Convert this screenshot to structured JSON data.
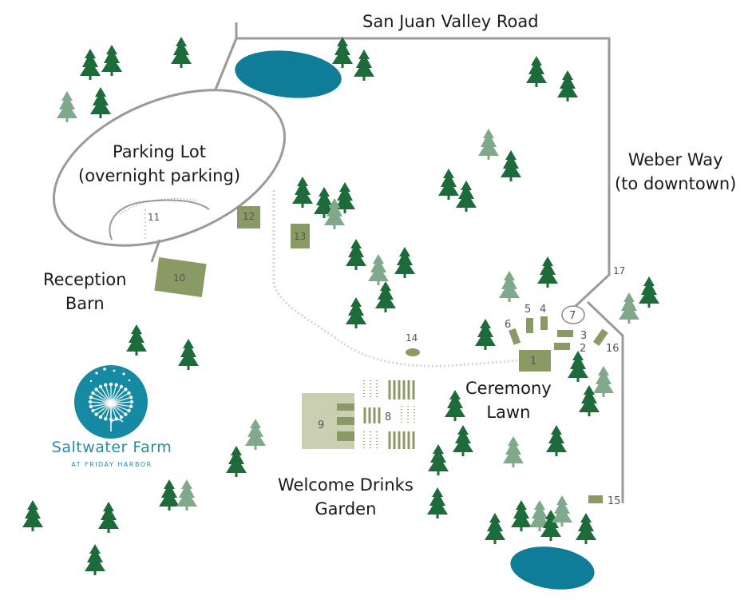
{
  "labels": {
    "road_top": "San Juan Valley Road",
    "weber_1": "Weber Way",
    "weber_2": "(to downtown)",
    "parking_1": "Parking Lot",
    "parking_2": "(overnight parking)",
    "reception_1": "Reception",
    "reception_2": "Barn",
    "ceremony_1": "Ceremony",
    "ceremony_2": "Lawn",
    "welcome_1": "Welcome Drinks",
    "welcome_2": "Garden"
  },
  "buildings": {
    "b1": "1",
    "b2": "2",
    "b3": "3",
    "b4": "4",
    "b5": "5",
    "b6": "6",
    "b7": "7",
    "b8": "8",
    "b9": "9",
    "b10": "10",
    "b11": "11",
    "b12": "12",
    "b13": "13",
    "b14": "14",
    "b15": "15",
    "b16": "16",
    "b17": "17"
  },
  "logo": {
    "name": "Saltwater Farm",
    "subtitle": "AT FRIDAY HARBOR"
  },
  "colors": {
    "tree_dark": "#1d6b3a",
    "tree_light": "#7fa98a",
    "pond": "#0f7d98",
    "building": "#8a9a64",
    "building_light": "#c9cfb0",
    "road": "#9a9a9a",
    "logo_circle": "#168aa3"
  }
}
